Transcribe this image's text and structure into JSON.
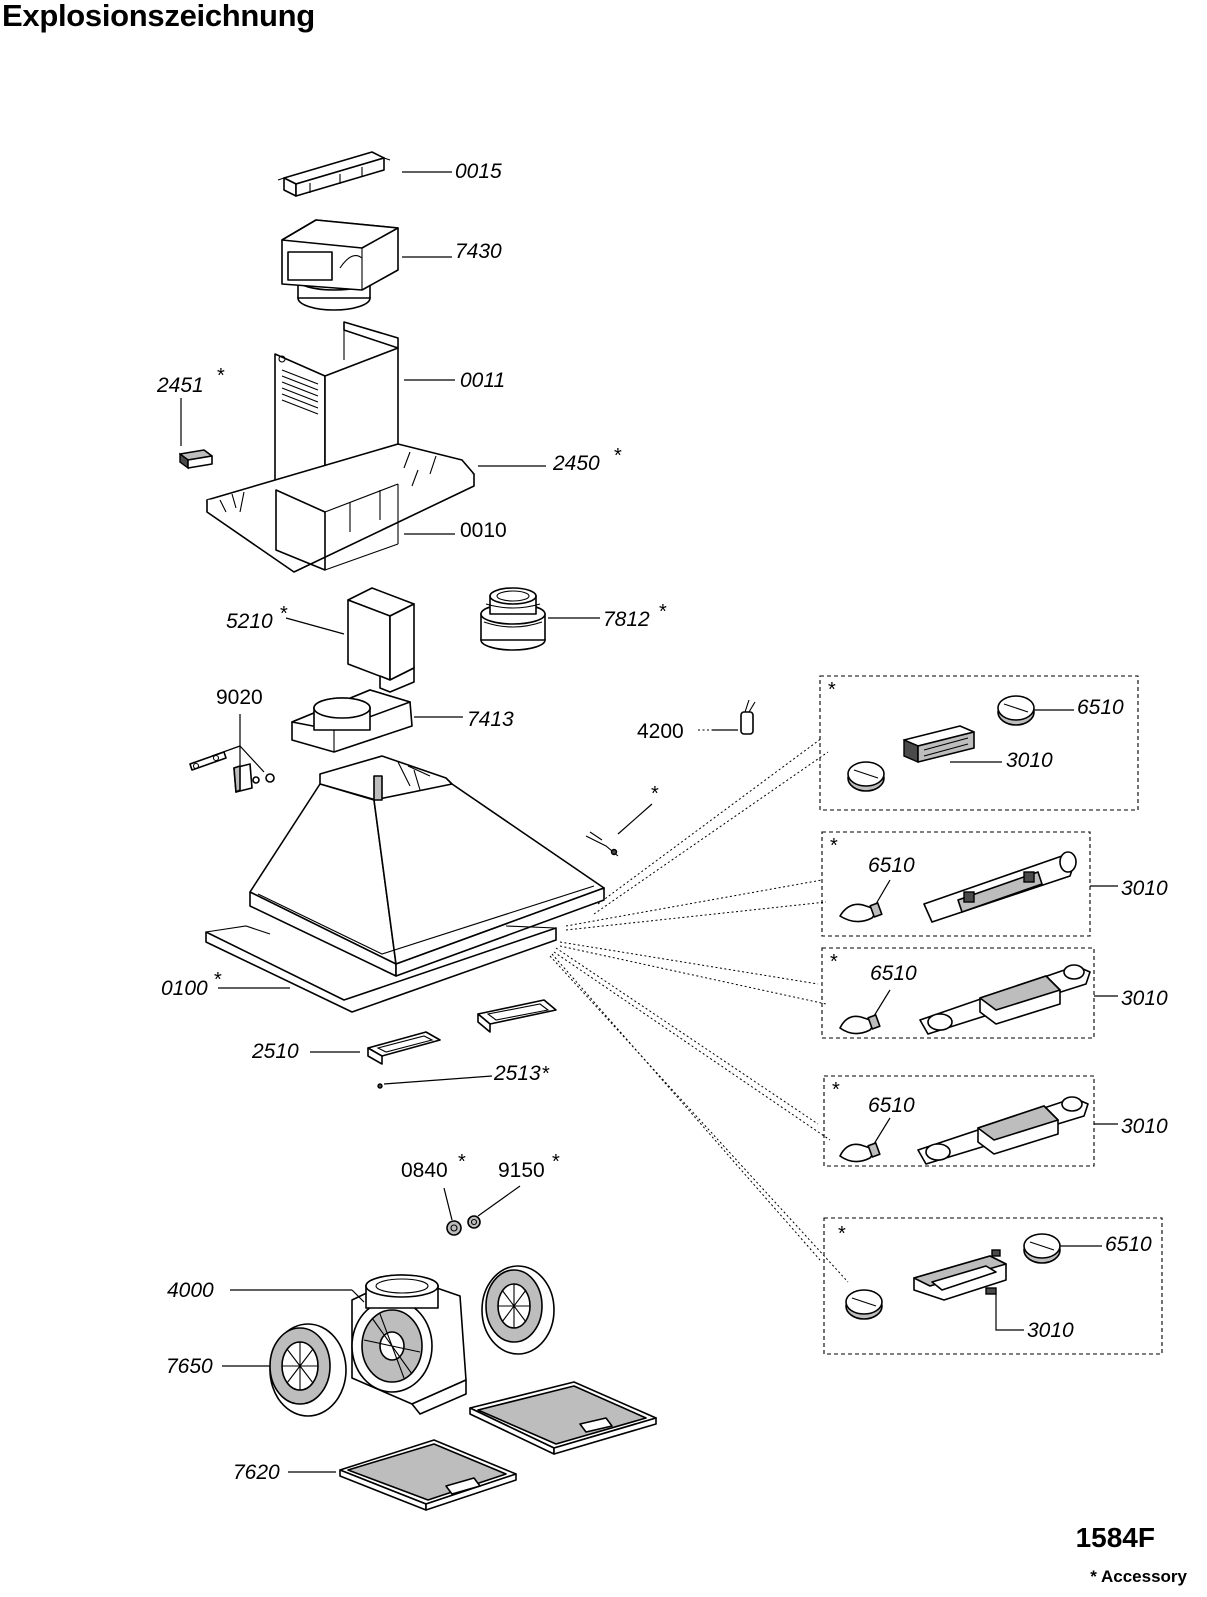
{
  "header": {
    "title": "Explosionszeichnung"
  },
  "footer": {
    "model": "1584F",
    "legend": "* Accessory"
  },
  "labels": {
    "p0015": "0015",
    "p7430": "7430",
    "p0011": "0011",
    "p2451": "2451",
    "p2450": "2450",
    "p0010": "0010",
    "p5210": "5210",
    "p7812": "7812",
    "p9020": "9020",
    "p7413": "7413",
    "p4200": "4200",
    "p0100": "0100",
    "p2510": "2510",
    "p2513": "2513",
    "p0840": "0840",
    "p9150": "9150",
    "p4000": "4000",
    "p7650": "7650",
    "p7620": "7620",
    "p6510": "6510",
    "p3010": "3010",
    "star": "*"
  }
}
